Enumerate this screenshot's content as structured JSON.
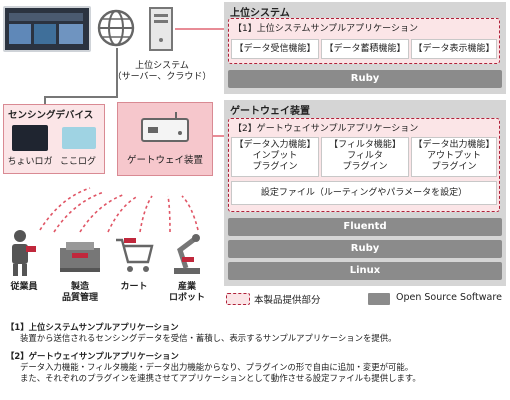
{
  "upper": {
    "title": "上位システム",
    "app_label": "【1】上位システムサンプルアプリケーション",
    "functions": [
      "【データ受信機能】",
      "【データ蓄積機能】",
      "【データ表示機能】"
    ],
    "runtime": "Ruby",
    "server_label_1": "上位システム",
    "server_label_2": "（サーバー、クラウド）"
  },
  "gateway": {
    "title": "ゲートウェイ装置",
    "app_label": "【2】ゲートウェイサンプルアプリケーション",
    "plugins": [
      {
        "l1": "【データ入力機能】",
        "l2": "インプット",
        "l3": "プラグイン"
      },
      {
        "l1": "【フィルタ機能】",
        "l2": "フィルタ",
        "l3": "プラグイン"
      },
      {
        "l1": "【データ出力機能】",
        "l2": "アウトプット",
        "l3": "プラグイン"
      }
    ],
    "config": "設定ファイル（ルーティングやパラメータを設定）",
    "stack": [
      "Fluentd",
      "Ruby",
      "Linux"
    ],
    "device_label": "ゲートウェイ装置"
  },
  "sensing": {
    "title": "センシングデバイス",
    "devices": [
      "ちょいロガ",
      "ここログ"
    ]
  },
  "field": {
    "labels": [
      "従業員",
      "製造\n品質管理",
      "カート",
      "産業\nロボット"
    ]
  },
  "legend": {
    "product": "本製品提供部分",
    "oss": "Open Source Software"
  },
  "notes": [
    {
      "head": "【1】上位システムサンプルアプリケーション",
      "body": [
        "装置から送信されるセンシングデータを受信・蓄積し、表示するサンプルアプリケーションを提供。"
      ]
    },
    {
      "head": "【2】ゲートウェイサンプルアプリケーション",
      "body": [
        "データ入力機能・フィルタ機能・データ出力機能からなり、プラグインの形で自由に追加・変更が可能。",
        "また、それぞれのプラグインを連携させてアプリケーションとして動作させる設定ファイルも提供します。"
      ]
    }
  ],
  "colors": {
    "accent": "#b0223a",
    "pink": "#fbe5e7",
    "panel": "#d5d5d5",
    "oss": "#8b8b8b"
  }
}
